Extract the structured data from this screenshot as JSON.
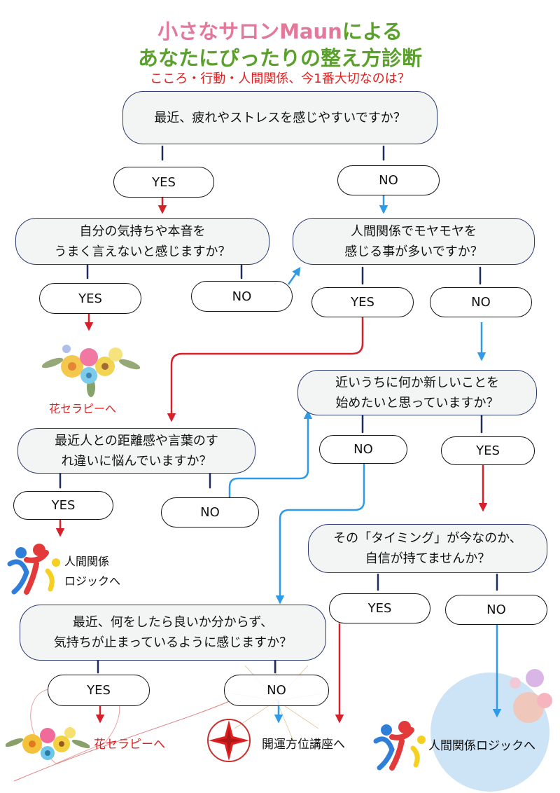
{
  "title": {
    "part1": "小さなサロン",
    "part2": "Maun",
    "part3": "による",
    "line2": "あなたにぴったりの整え方診断",
    "subtitle": "こころ・行動・人間関係、今1番大切なのは？"
  },
  "colors": {
    "title_pink": "#e2789a",
    "title_green": "#5aa02c",
    "subtitle_red": "#e02020",
    "yes_arrow": "#d6202a",
    "no_arrow": "#2f9be8",
    "bubble_border": "#2b3a6e"
  },
  "questions": {
    "q1": "最近、疲れやストレスを感じやすいですか？",
    "q2": "自分の気持ちや本音を\nうまく言えないと感じますか？",
    "q3": "人間関係でモヤモヤを\n感じる事が多いですか？",
    "q4": "近いうちに何か新しいことを\n始めたいと思っていますか？",
    "q5": "最近人との距離感や言葉のす\nれ違いに悩んでいますか？",
    "q6": "その「タイミング」が今なのか、\n自信が持てませんか？",
    "q7": "最近、何をしたら良いか分からず、\n気持ちが止まっているように感じますか？"
  },
  "answers": {
    "yes": "YES",
    "no": "NO"
  },
  "outcomes": {
    "flower_therapy_1": "花セラピーへ",
    "human_logic_1": "人間関係\nロジックへ",
    "flower_therapy_2": "花セラピーへ",
    "lucky_direction": "開運方位講座へ",
    "human_logic_2": "人間関係ロジックへ"
  },
  "icons": {
    "flower": "flower-bouquet-icon",
    "people": "people-figures-icon",
    "compass": "compass-star-icon"
  }
}
